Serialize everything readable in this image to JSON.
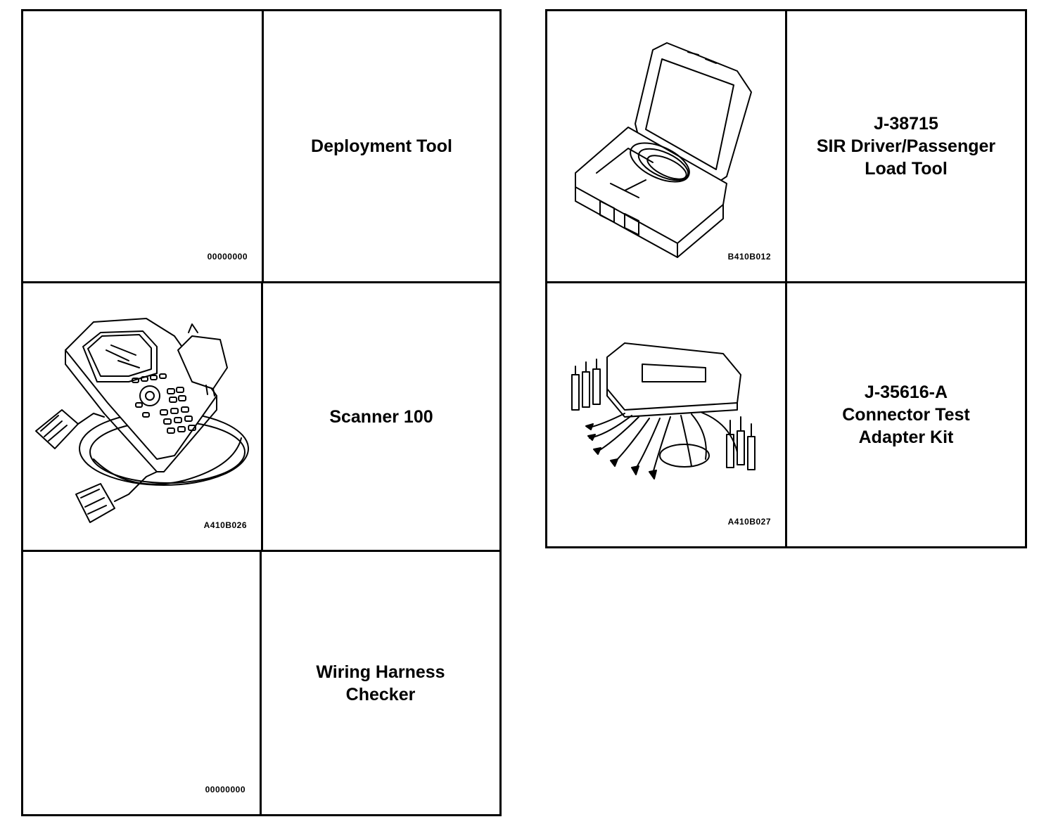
{
  "tools": [
    {
      "name": "Deployment Tool",
      "figure_code": "00000000",
      "icon": "blank"
    },
    {
      "name": "Scanner 100",
      "figure_code": "A410B026",
      "icon": "handheld-scanner-icon"
    },
    {
      "name": "Wiring Harness\nChecker",
      "figure_code": "00000000",
      "icon": "blank"
    },
    {
      "name": "J-38715\nSIR Driver/Passenger\nLoad Tool",
      "figure_code": "B410B012",
      "icon": "open-case-icon"
    },
    {
      "name": "J-35616-A\nConnector Test\nAdapter Kit",
      "figure_code": "A410B027",
      "icon": "adapter-kit-icon"
    }
  ]
}
